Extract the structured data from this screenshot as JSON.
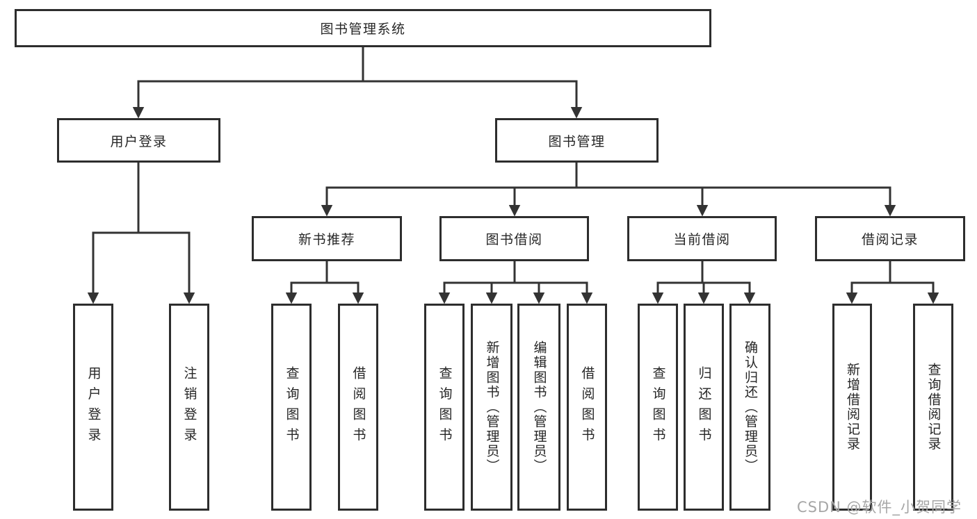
{
  "colors": {
    "background": "#ffffff",
    "line": "#333333",
    "box_border": "#2d2d2d",
    "text": "#262626",
    "watermark": "#a6a6a6"
  },
  "watermark": {
    "text": "CSDN @软件_小贺同学"
  },
  "diagram": {
    "type": "hierarchy-tree",
    "title": "图书管理系统",
    "level1": [
      {
        "label": "用户登录"
      },
      {
        "label": "图书管理"
      }
    ],
    "level2": [
      {
        "label": "新书推荐",
        "parent": "图书管理"
      },
      {
        "label": "图书借阅",
        "parent": "图书管理"
      },
      {
        "label": "当前借阅",
        "parent": "图书管理"
      },
      {
        "label": "借阅记录",
        "parent": "图书管理"
      }
    ],
    "leaves": [
      {
        "label": "用户登录",
        "parent": "用户登录"
      },
      {
        "label": "注销登录",
        "parent": "用户登录"
      },
      {
        "label": "查询图书",
        "parent": "新书推荐"
      },
      {
        "label": "借阅图书",
        "parent": "新书推荐"
      },
      {
        "label": "查询图书",
        "parent": "图书借阅"
      },
      {
        "label": "新增图书（管理员）",
        "parent": "图书借阅"
      },
      {
        "label": "编辑图书（管理员）",
        "parent": "图书借阅"
      },
      {
        "label": "借阅图书",
        "parent": "图书借阅"
      },
      {
        "label": "查询图书",
        "parent": "当前借阅"
      },
      {
        "label": "归还图书",
        "parent": "当前借阅"
      },
      {
        "label": "确认归还（管理员）",
        "parent": "当前借阅"
      },
      {
        "label": "新增借阅记录",
        "parent": "借阅记录"
      },
      {
        "label": "查询借阅记录",
        "parent": "借阅记录"
      }
    ]
  }
}
